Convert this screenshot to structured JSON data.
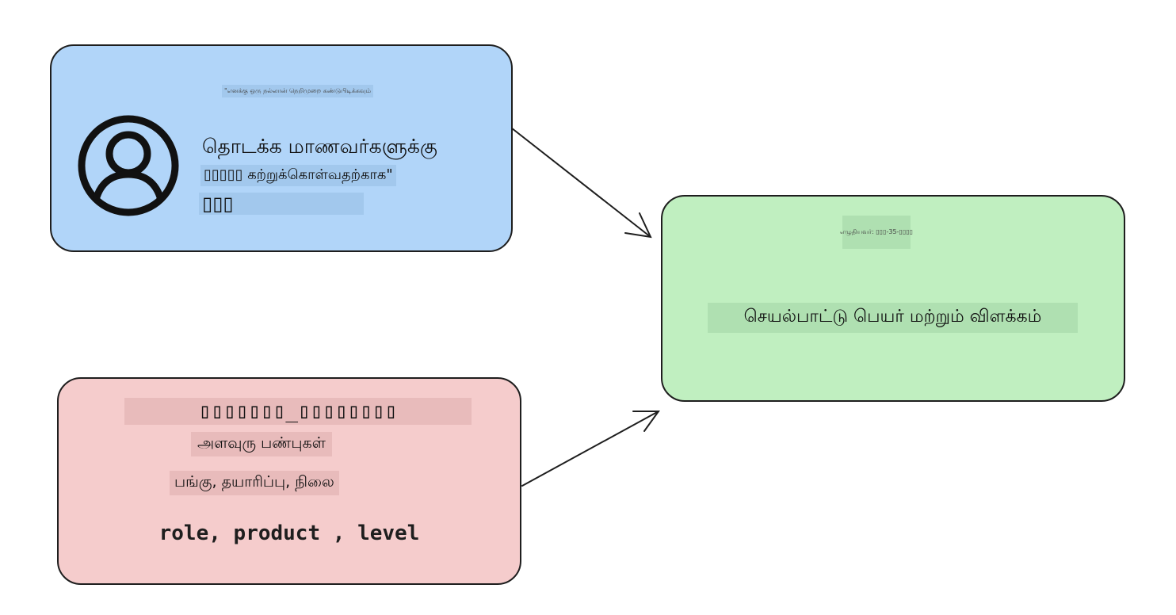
{
  "user_box": {
    "prompt_small": "\"எனக்கு ஒரு நல்லான் நெறிமுறை கண்டுபிடிக்கவும்",
    "line_1": "தொடக்க மாணவர்களுக்கு",
    "line_2": "▯▯▯▯▯ கற்றுக்கொள்வதற்காக\"",
    "line_3": "▯▯▯",
    "icon": "user-circle-icon",
    "color": "#b1d5f9"
  },
  "output_box": {
    "prompt_small": "எழுதியவர்: ▯▯▯-35-▯▯▯▯",
    "main": "செயல்பாட்டு பெயர் மற்றும் விளக்கம்",
    "color": "#c0efc0"
  },
  "props_box": {
    "title": "▯▯▯▯▯▯▯_▯▯▯▯▯▯▯▯",
    "subtitle": "அளவுரு பண்புகள்",
    "values_ta": "பங்கு, தயாரிப்பு, நிலை",
    "code": "role, product , level",
    "color": "#f5cccc"
  }
}
